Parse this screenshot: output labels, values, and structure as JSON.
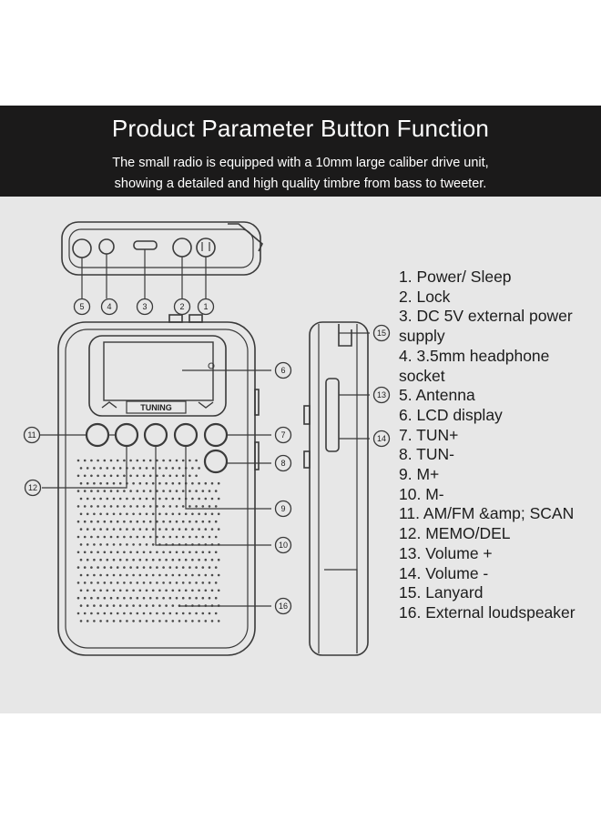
{
  "header": {
    "title": "Product Parameter Button Function",
    "subtitle_line1": "The small radio is equipped with a 10mm large caliber drive unit,",
    "subtitle_line2": "showing a detailed and high quality timbre from bass to tweeter."
  },
  "device": {
    "tuning_label": "TUNING"
  },
  "markers": [
    "1",
    "2",
    "3",
    "4",
    "5",
    "6",
    "7",
    "8",
    "9",
    "10",
    "11",
    "12",
    "13",
    "14",
    "15",
    "16"
  ],
  "legend": [
    "1. Power/ Sleep",
    "2. Lock",
    "3. DC 5V external power",
    "supply",
    "4. 3.5mm headphone",
    "socket",
    "5. Antenna",
    "6. LCD display",
    "7. TUN+",
    "8. TUN-",
    "9. M+",
    "10. M-",
    "11. AM/FM &amp; SCAN",
    "12. MEMO/DEL",
    "13. Volume +",
    "14. Volume -",
    "15. Lanyard",
    "16. External loudspeaker"
  ],
  "colors": {
    "banner": "#1b1a1a",
    "panel": "#e7e7e7",
    "line": "#3a3a3a"
  }
}
